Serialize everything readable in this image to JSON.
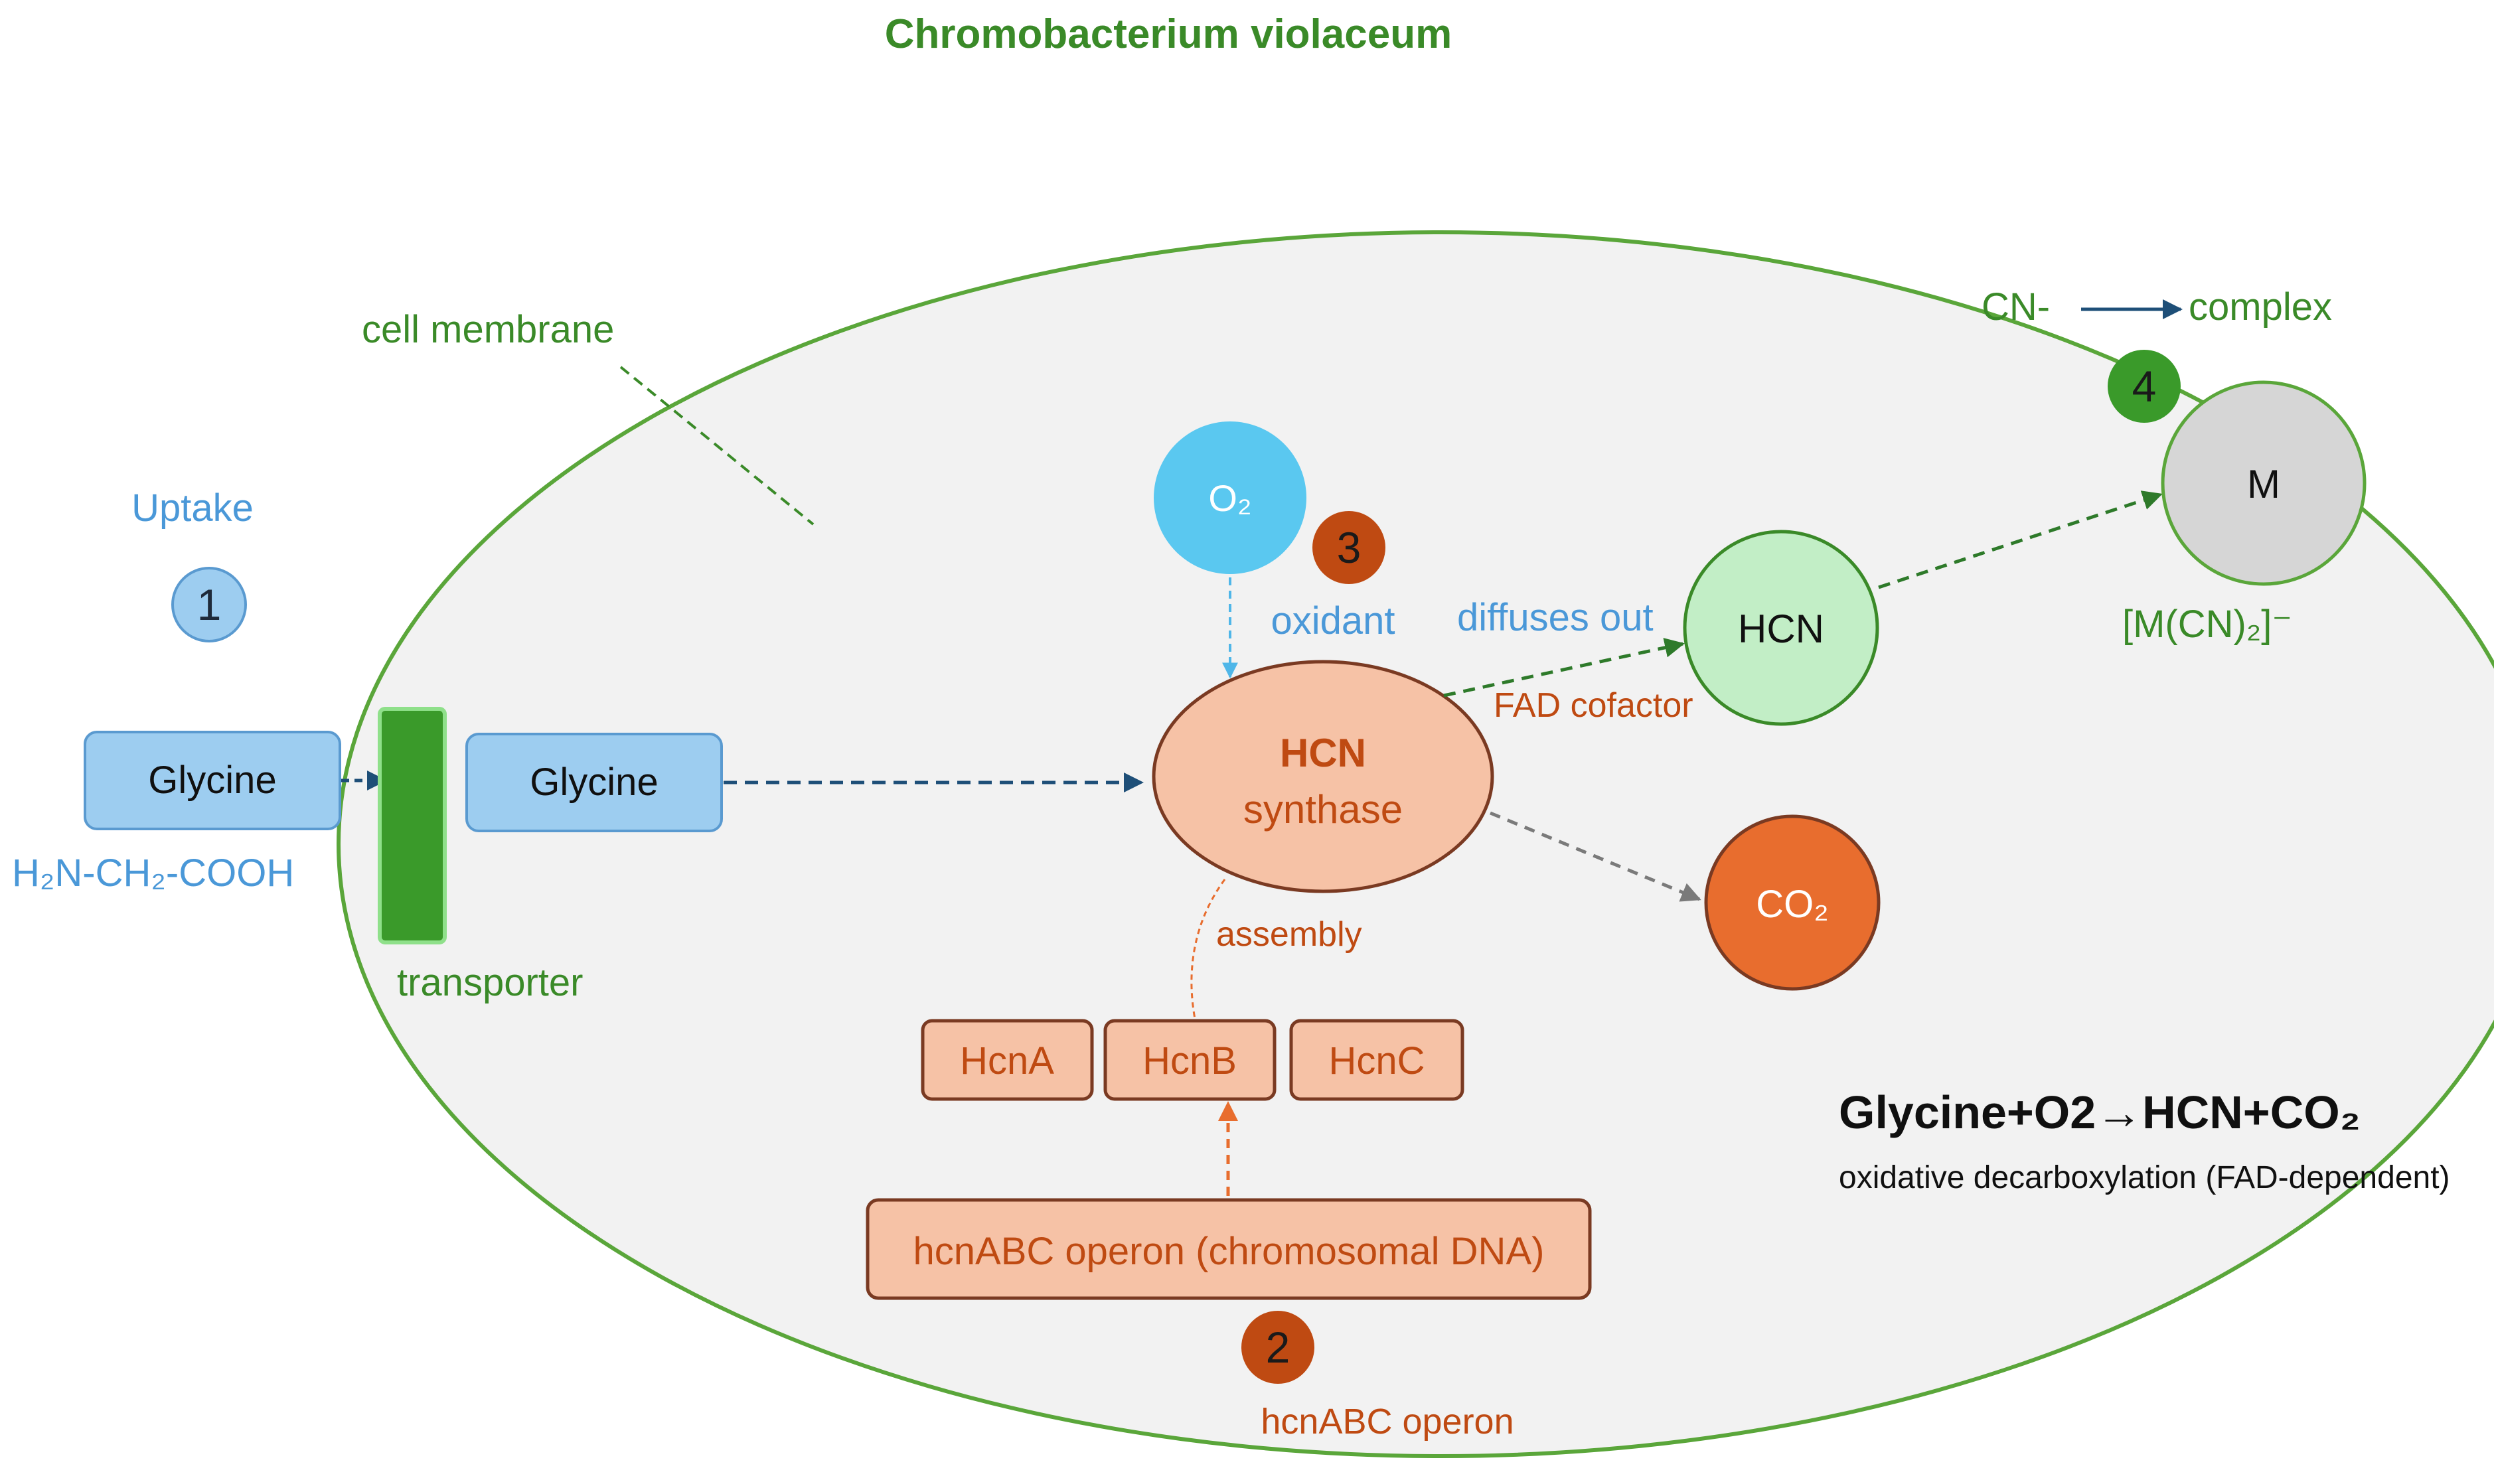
{
  "title": "Chromobacterium violaceum",
  "membrane_label": "cell membrane",
  "uptake": {
    "label": "Uptake",
    "step": "1"
  },
  "glycine_outside": {
    "label": "Glycine",
    "formula": "H₂N-CH₂-COOH"
  },
  "transporter_label": "transporter",
  "glycine_inside": {
    "label": "Glycine"
  },
  "oxygen": {
    "label": "O₂",
    "step": "3",
    "caption": "oxidant"
  },
  "hcn_synthase": {
    "line1": "HCN",
    "line2": "synthase"
  },
  "diffuses_out_label": "diffuses out",
  "fad_label": "FAD cofactor",
  "hcn_node": "HCN",
  "co2_node": "CO₂",
  "assembly_label": "assembly",
  "subunits": [
    "HcnA",
    "HcnB",
    "HcnC"
  ],
  "operon": {
    "label": "hcnABC operon (chromosomal DNA)",
    "step": "2",
    "caption": "hcnABC operon"
  },
  "complex": {
    "from": "CN-",
    "to": "complex",
    "step": "4",
    "metal": "M",
    "product": "[M(CN)₂]⁻"
  },
  "equation": {
    "main": "Glycine+O2→HCN+CO₂",
    "sub": "oxidative decarboxylation (FAD-dependent)"
  },
  "colors": {
    "green": "#3a8a28",
    "green_light": "#c2eec6",
    "blue_label": "#4a98d8",
    "blue_box": "#9dcdf0",
    "navy": "#1e4f78",
    "orange": "#e86d2e",
    "orange_dark": "#bf4a12",
    "peach": "#f6c2a6",
    "brown": "#7a3a22",
    "cyan": "#5ac8f0",
    "cell_fill": "#f2f2f2",
    "gray": "#d6d6d6"
  }
}
